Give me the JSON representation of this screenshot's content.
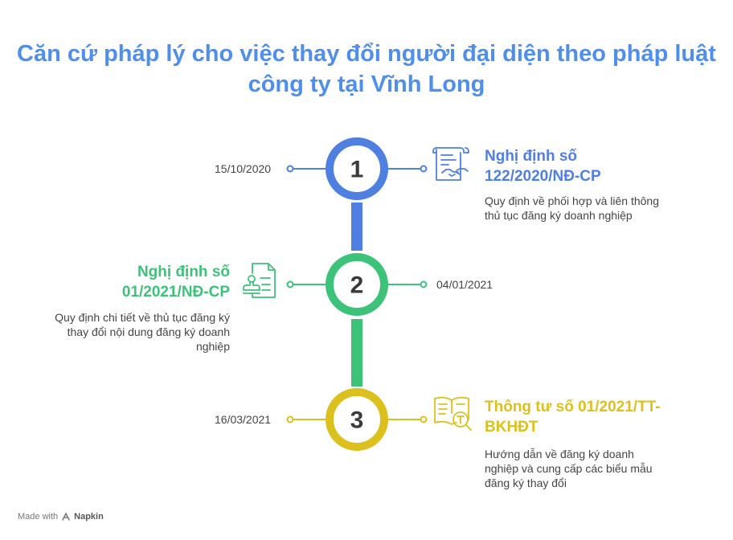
{
  "title": {
    "line1": "Căn cứ pháp lý cho việc thay đổi người đại diện theo pháp luật",
    "line2": "công ty tại Vĩnh Long"
  },
  "colors": {
    "title": "#4f8fec",
    "step1": "#4f7fe0",
    "step2": "#3dc27a",
    "step3": "#dcc11e"
  },
  "steps": [
    {
      "number": "1",
      "date": "15/10/2020",
      "heading_line1": "Nghị định số",
      "heading_line2": "122/2020/NĐ-CP",
      "desc_line1": "Quy định về phối hợp và liên thông",
      "desc_line2": "thủ tục đăng ký doanh nghiệp",
      "icon": "contract-handshake-icon"
    },
    {
      "number": "2",
      "date": "04/01/2021",
      "heading_line1": "Nghị định số",
      "heading_line2": "01/2021/NĐ-CP",
      "desc_line1": "Quy định chi tiết về thủ tục đăng ký",
      "desc_line2": "thay đổi nội dung đăng ký doanh",
      "desc_line3": "nghiệp",
      "icon": "stamped-document-icon"
    },
    {
      "number": "3",
      "date": "16/03/2021",
      "heading_line1": "Thông tư số 01/2021/TT-",
      "heading_line2": "BKHĐT",
      "desc_line1": "Hướng dẫn về đăng ký doanh",
      "desc_line2": "nghiệp và cung cấp các biểu mẫu",
      "desc_line3": "đăng ký thay đổi",
      "icon": "book-text-search-icon"
    }
  ],
  "footer": {
    "made_with": "Made with",
    "brand": "Napkin"
  }
}
